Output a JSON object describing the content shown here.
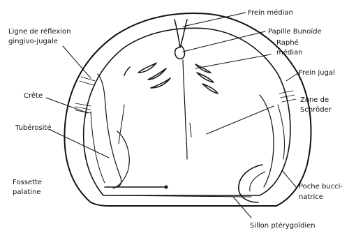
{
  "labels": {
    "frein_median": "Frein médian",
    "papille": "Papille Bunoïde",
    "raphe_1": "Raphé",
    "raphe_2": "médian",
    "ligne_1": "Ligne de réflexion",
    "ligne_2": "gingivo-jugale",
    "frein_jugal": "Frein jugal",
    "crete": "Crête",
    "zone_1": "Zone de",
    "zone_2": "Schröder",
    "tuberosite": "Tubérosité",
    "fossette_1": "Fossette",
    "fossette_2": "palatine",
    "poche_1": "Poche bucci-",
    "poche_2": "natrice",
    "sillon": "Sillon ptérygoïdien"
  }
}
